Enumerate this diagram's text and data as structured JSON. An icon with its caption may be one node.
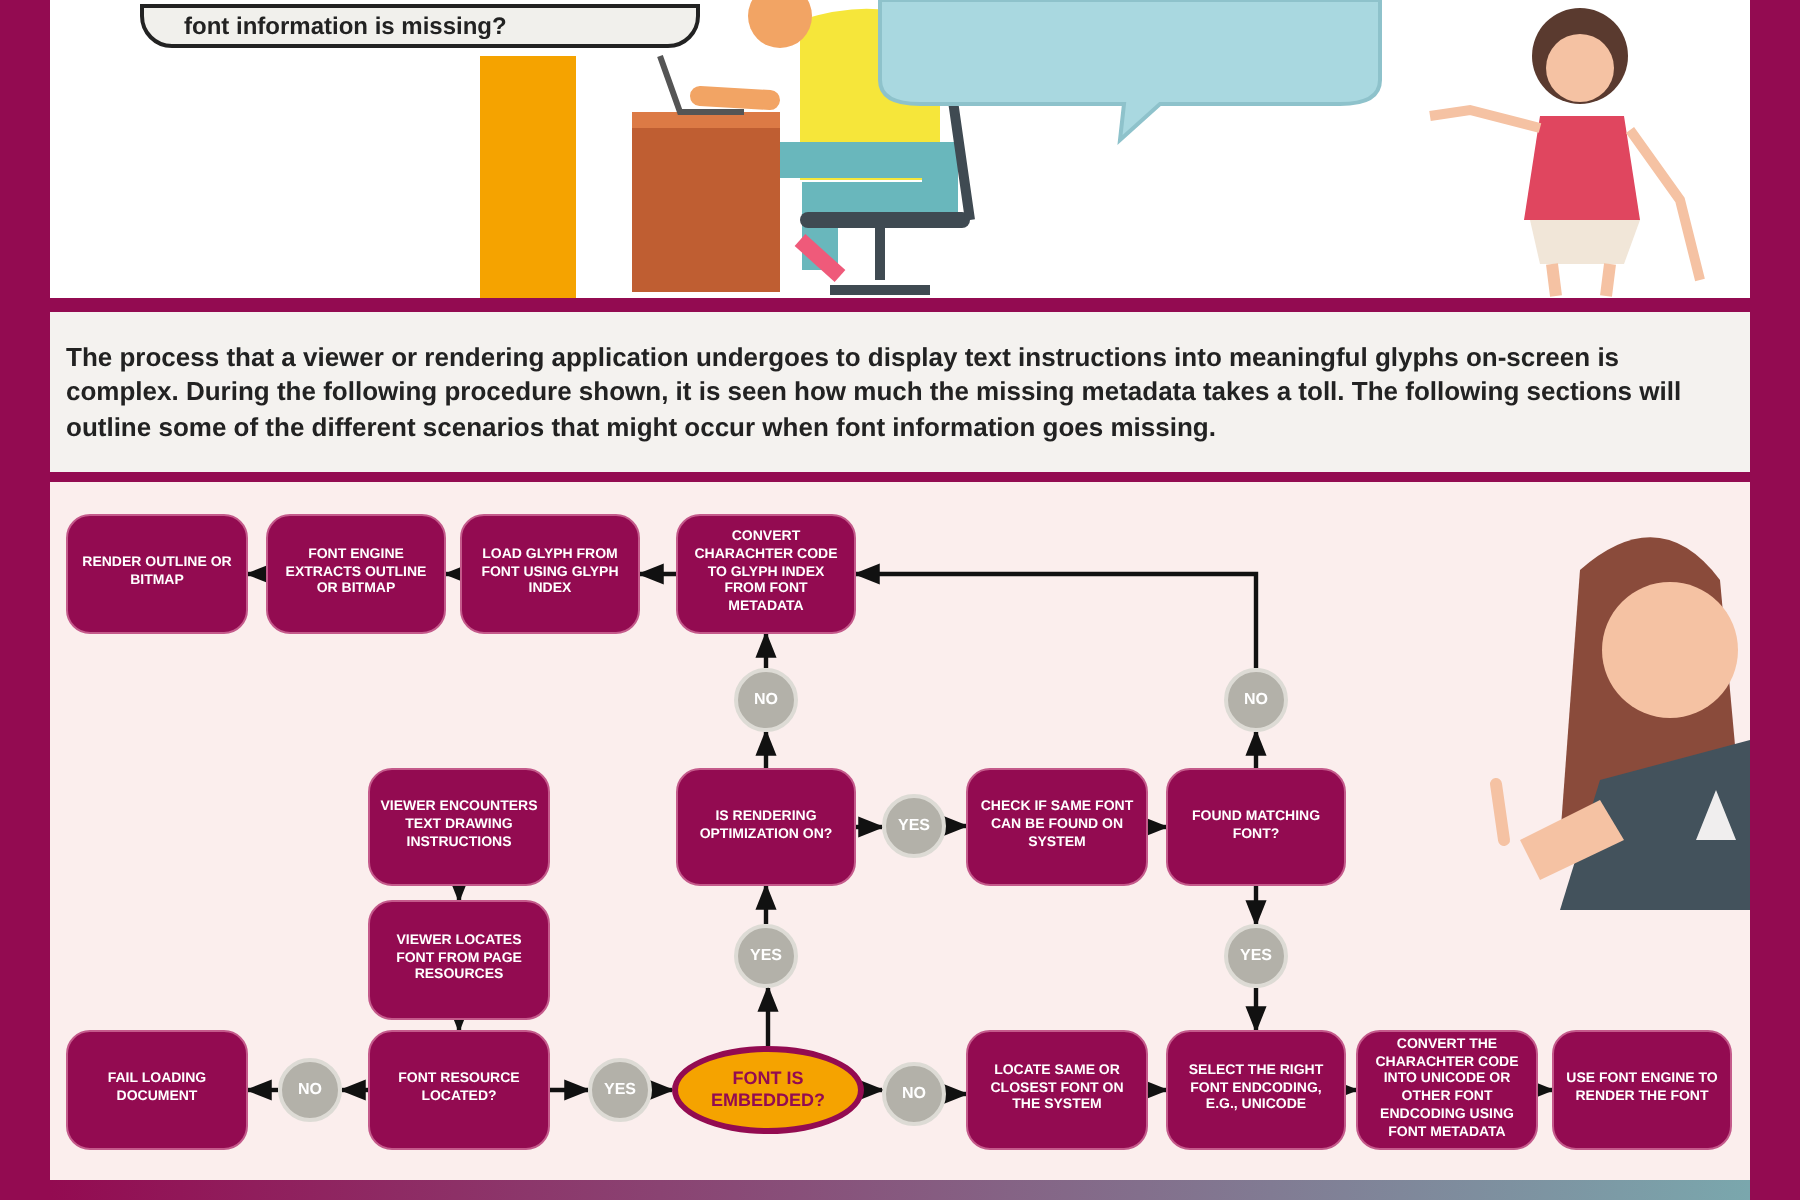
{
  "diagram": {
    "nodes": [
      {
        "text": [
          "font information is missing?"
        ]
      },
      {
        "text": [
          "The process that a viewer or rendering application undergoes to display text instructions into meaningful glyphs on-screen is complex. During the following procedure shown, it is seen how much the missing metadata takes a toll. The following sections will outline some of the different scenarios that might occur when font information goes missing."
        ]
      },
      {
        "text": [
          "RENDER OUTLINE OR BITMAP"
        ]
      },
      {
        "text": [
          "FONT ENGINE EXTRACTS OUTLINE OR BITMAP"
        ]
      },
      {
        "text": [
          "LOAD GLYPH FROM FONT USING GLYPH INDEX"
        ]
      },
      {
        "text": [
          "CONVERT CHARACHTER CODE TO GLYPH INDEX FROM FONT METADATA"
        ]
      },
      {
        "text": [
          "NO"
        ]
      },
      {
        "text": [
          "NO"
        ]
      },
      {
        "text": [
          "VIEWER ENCOUNTERS TEXT DRAWING INSTRUCTIONS"
        ]
      },
      {
        "text": [
          "IS RENDERING OPTIMIZATION ON?"
        ]
      },
      {
        "text": [
          "YES"
        ]
      },
      {
        "text": [
          "CHECK IF SAME FONT CAN BE FOUND ON SYSTEM"
        ]
      },
      {
        "text": [
          "FOUND MATCHING FONT?"
        ]
      },
      {
        "text": [
          "VIEWER LOCATES FONT FROM PAGE RESOURCES"
        ]
      },
      {
        "text": [
          "YES"
        ]
      },
      {
        "text": [
          "YES"
        ]
      },
      {
        "text": [
          "FAIL LOADING DOCUMENT"
        ]
      },
      {
        "text": [
          "NO"
        ]
      },
      {
        "text": [
          "FONT RESOURCE LOCATED?"
        ]
      },
      {
        "text": [
          "YES"
        ]
      },
      {
        "text": [
          "FONT IS EMBEDDED?"
        ]
      },
      {
        "text": [
          "NO"
        ]
      },
      {
        "text": [
          "LOCATE SAME OR CLOSEST FONT ON THE SYSTEM"
        ]
      },
      {
        "text": [
          "SELECT THE RIGHT FONT ENDCODING, E.G., UNICODE"
        ]
      },
      {
        "text": [
          "CONVERT THE CHARACHTER CODE INTO UNICODE OR OTHER FONT ENDCODING USING FONT METADATA"
        ]
      },
      {
        "text": [
          "USE FONT ENGINE TO RENDER THE FONT"
        ]
      }
    ],
    "edges": [
      {
        "from": 3,
        "to": 2,
        "arrow": "to"
      },
      {
        "from": 4,
        "to": 3,
        "arrow": "to"
      },
      {
        "from": 5,
        "to": 4,
        "arrow": "to"
      },
      {
        "from": 6,
        "to": 5,
        "arrow": "to"
      },
      {
        "from": 9,
        "to": 6,
        "arrow": "to"
      },
      {
        "from": 9,
        "to": 10,
        "arrow": "to"
      },
      {
        "from": 10,
        "to": 11,
        "arrow": "to"
      },
      {
        "from": 11,
        "to": 12,
        "arrow": "to"
      },
      {
        "from": 12,
        "to": 7,
        "arrow": "to"
      },
      {
        "from": 7,
        "to": 5,
        "arrow": "to"
      },
      {
        "from": 8,
        "to": 13,
        "arrow": "to"
      },
      {
        "from": 13,
        "to": 18,
        "arrow": "to"
      },
      {
        "from": 18,
        "to": 17,
        "arrow": "to"
      },
      {
        "from": 17,
        "to": 16,
        "arrow": "to"
      },
      {
        "from": 18,
        "to": 19,
        "arrow": "to"
      },
      {
        "from": 19,
        "to": 20,
        "arrow": "to"
      },
      {
        "from": 20,
        "to": 14,
        "arrow": "to"
      },
      {
        "from": 14,
        "to": 9,
        "arrow": "to"
      },
      {
        "from": 20,
        "to": 21,
        "arrow": "to"
      },
      {
        "from": 21,
        "to": 22,
        "arrow": "to"
      },
      {
        "from": 22,
        "to": 23,
        "arrow": "to"
      },
      {
        "from": 12,
        "to": 15,
        "arrow": "to"
      },
      {
        "from": 15,
        "to": 23,
        "arrow": "to"
      },
      {
        "from": 23,
        "to": 24,
        "arrow": "to"
      },
      {
        "from": 24,
        "to": 25,
        "arrow": "to"
      }
    ]
  }
}
